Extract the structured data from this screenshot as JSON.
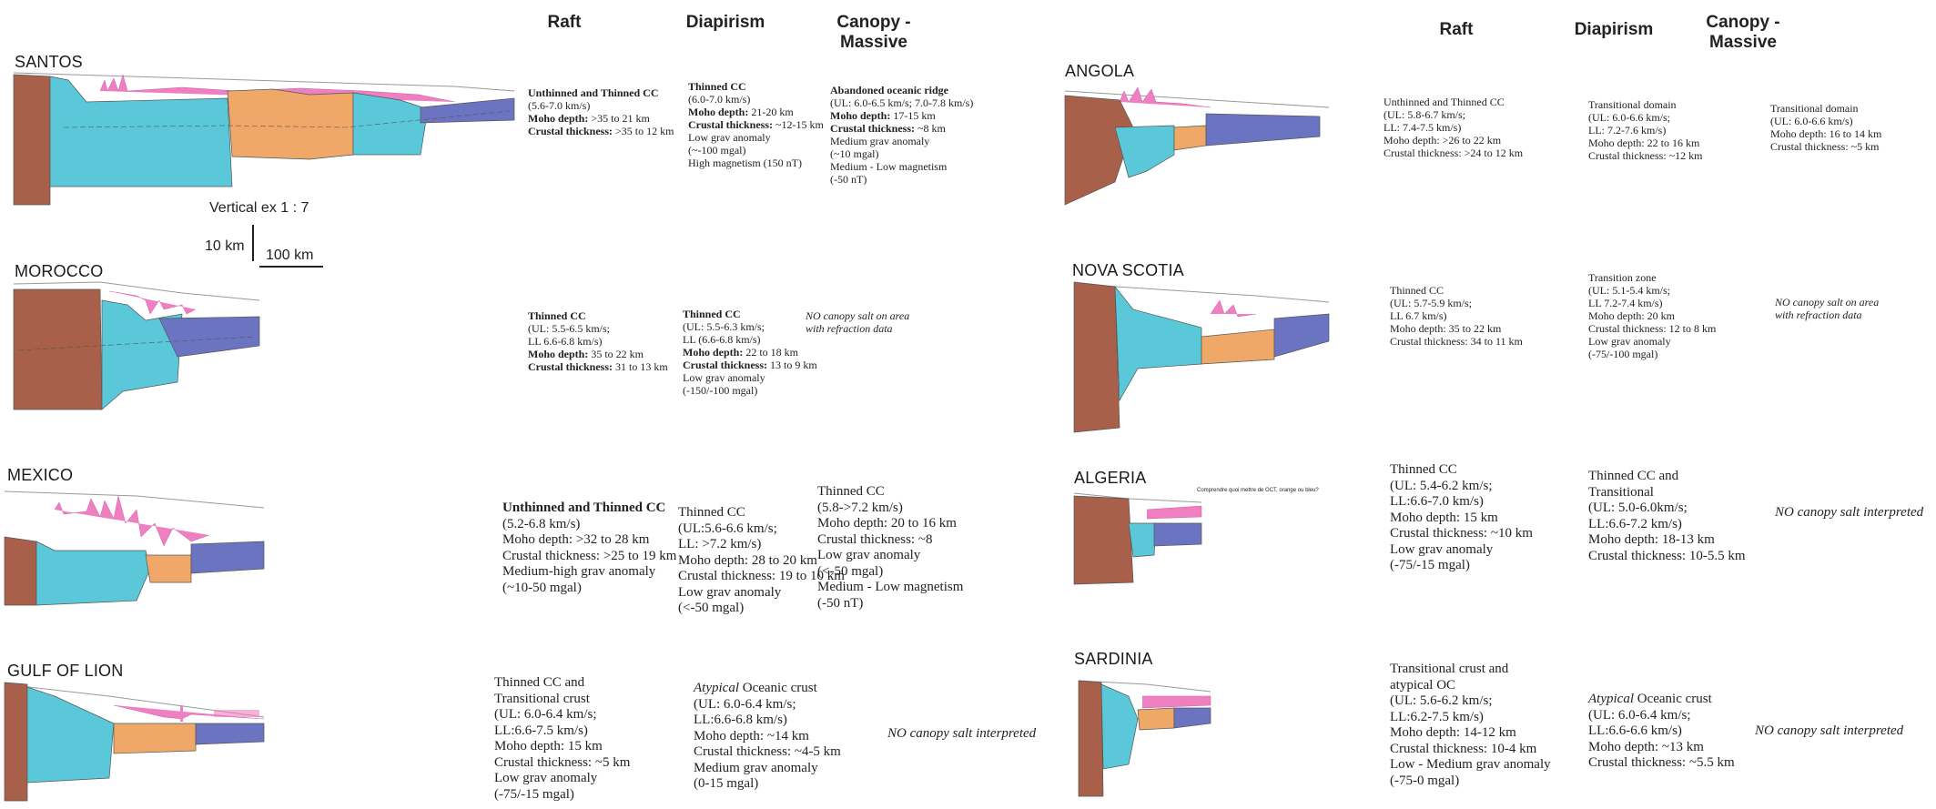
{
  "headers_left": {
    "raft": "Raft",
    "diapirism": "Diapirism",
    "canopy": "Canopy -\nMassive"
  },
  "headers_right": {
    "raft": "Raft",
    "diapirism": "Diapirism",
    "canopy": "Canopy -\nMassive"
  },
  "scale": {
    "vertical_ex": "Vertical ex   1 : 7",
    "v_bar": "10 km",
    "h_bar": "100 km"
  },
  "colors": {
    "brown": "#a8604a",
    "cyan": "#5ac8d8",
    "orange": "#f0a868",
    "blue": "#6a74c0",
    "pink": "#ee7fc0"
  },
  "regions": [
    {
      "name": "SANTOS",
      "raft": [
        "Unthinned and Thinned CC|b",
        "(5.6-7.0 km/s)",
        "Moho depth: >35 to 21 km|k",
        "Crustal thickness: >35 to 12 km|k"
      ],
      "diapirism": [
        "Thinned CC|b",
        "(6.0-7.0 km/s)",
        "Moho depth: 21-20 km|k",
        "Crustal thickness: ~12-15 km|k",
        "Low grav anomaly",
        "(~-100 mgal)",
        "High magnetism (150 nT)"
      ],
      "canopy": [
        "Abandoned oceanic ridge|b",
        "(UL: 6.0-6.5 km/s; 7.0-7.8 km/s)",
        "Moho depth: 17-15 km|k",
        "Crustal thickness: ~8 km|k",
        "Medium grav anomaly",
        "(~10 mgal)",
        "Medium - Low magnetism",
        "(-50 nT)"
      ]
    },
    {
      "name": "MOROCCO",
      "raft": [
        "Thinned CC|b",
        "(UL: 5.5-6.5 km/s;",
        "LL 6.6-6.8 km/s)",
        "Moho depth: 35 to 22 km|k",
        "Crustal thickness: 31 to 13 km|k"
      ],
      "diapirism": [
        "Thinned CC|b",
        "(UL: 5.5-6.3 km/s;",
        "LL (6.6-6.8 km/s)",
        "Moho depth: 22 to 18 km|k",
        "Crustal thickness: 13 to 9 km|k",
        "Low grav anomaly",
        "(-150/-100 mgal)"
      ],
      "canopy": [
        "NO canopy salt on area",
        "with refraction data"
      ]
    },
    {
      "name": "MEXICO",
      "raft": [
        "Unthinned and Thinned CC|b",
        "(5.2-6.8 km/s)",
        "Moho depth: >32 to 28 km",
        "Crustal thickness: >25 to 19 km",
        "Medium-high grav anomaly",
        "(~10-50 mgal)"
      ],
      "diapirism": [
        "Thinned CC",
        "(UL:5.6-6.6 km/s;",
        "LL: >7.2 km/s)",
        "Moho depth: 28 to 20 km",
        "Crustal thickness: 19 to 10 km",
        "Low grav anomaly",
        "(<-50 mgal)"
      ],
      "canopy": [
        "Thinned CC",
        "(5.8->7.2 km/s)",
        "Moho depth: 20 to 16 km",
        "Crustal thickness: ~8",
        "Low grav anomaly",
        "(<-50 mgal)",
        "Medium - Low magnetism",
        "(-50 nT)"
      ]
    },
    {
      "name": "GULF OF LION",
      "raft": [
        "Thinned CC and",
        " Transitional crust",
        "(UL: 6.0-6.4 km/s;",
        "LL:6.6-7.5 km/s)",
        "Moho depth: 15 km",
        "Crustal thickness: ~5 km",
        "Low grav anomaly",
        "(-75/-15 mgal)"
      ],
      "diapirism": [
        "Atypical Oceanic crust",
        "(UL: 6.0-6.4 km/s;",
        "LL:6.6-6.8 km/s)",
        "Moho depth: ~14 km",
        "Crustal thickness: ~4-5 km",
        "Medium grav anomaly",
        "(0-15 mgal)"
      ],
      "canopy": [
        "NO canopy salt interpreted"
      ]
    },
    {
      "name": "ANGOLA",
      "raft": [
        "Unthinned and Thinned CC",
        "(UL: 5.8-6.7 km/s;",
        "LL: 7.4-7.5 km/s)",
        "Moho depth: >26 to 22 km",
        "Crustal thickness: >24 to 12 km"
      ],
      "diapirism": [
        "Transitional domain",
        "(UL: 6.0-6.6 km/s;",
        "LL: 7.2-7.6 km/s)",
        "Moho depth: 22 to 16 km",
        "Crustal thickness: ~12 km"
      ],
      "canopy": [
        "Transitional domain",
        "(UL: 6.0-6.6 km/s)",
        "Moho depth: 16 to 14 km",
        "Crustal thickness: ~5 km"
      ]
    },
    {
      "name": "NOVA SCOTIA",
      "raft": [
        "Thinned CC",
        "(UL: 5.7-5.9 km/s;",
        "LL 6.7 km/s)",
        "Moho depth: 35 to 22 km",
        "Crustal thickness: 34 to 11 km"
      ],
      "diapirism": [
        "Transition zone",
        "(UL: 5.1-5.4 km/s;",
        "LL 7.2-7.4 km/s)",
        "Moho depth: 20 km",
        "Crustal thickness: 12 to 8 km",
        "Low grav anomaly",
        "(-75/-100 mgal)"
      ],
      "canopy": [
        "NO canopy salt on area",
        "with refraction data"
      ]
    },
    {
      "name": "ALGERIA",
      "note": "Comprendre quoi mettre de OCT, orange ou bleu?",
      "raft": [
        "Thinned CC",
        "(UL: 5.4-6.2 km/s;",
        "LL:6.6-7.0 km/s)",
        "Moho depth: 15 km",
        "Crustal thickness: ~10 km",
        "Low grav anomaly",
        "(-75/-15 mgal)"
      ],
      "diapirism": [
        "Thinned CC and",
        "Transitional",
        "(UL: 5.0-6.0km/s;",
        "LL:6.6-7.2 km/s)",
        "Moho depth: 18-13 km",
        "Crustal thickness: 10-5.5 km"
      ],
      "canopy": [
        "NO canopy salt interpreted"
      ]
    },
    {
      "name": "SARDINIA",
      "raft": [
        "Transitional crust and",
        "atypical OC",
        "(UL: 5.6-6.2 km/s;",
        "LL:6.2-7.5 km/s)",
        "Moho depth: 14-12 km",
        "Crustal thickness: 10-4 km",
        "Low - Medium grav anomaly",
        "(-75-0 mgal)"
      ],
      "diapirism": [
        "Atypical Oceanic crust",
        "(UL: 6.0-6.4 km/s;",
        "LL:6.6-6.6 km/s)",
        "Moho depth: ~13 km",
        "Crustal thickness: ~5.5 km"
      ],
      "canopy": [
        "NO canopy salt interpreted"
      ]
    }
  ]
}
